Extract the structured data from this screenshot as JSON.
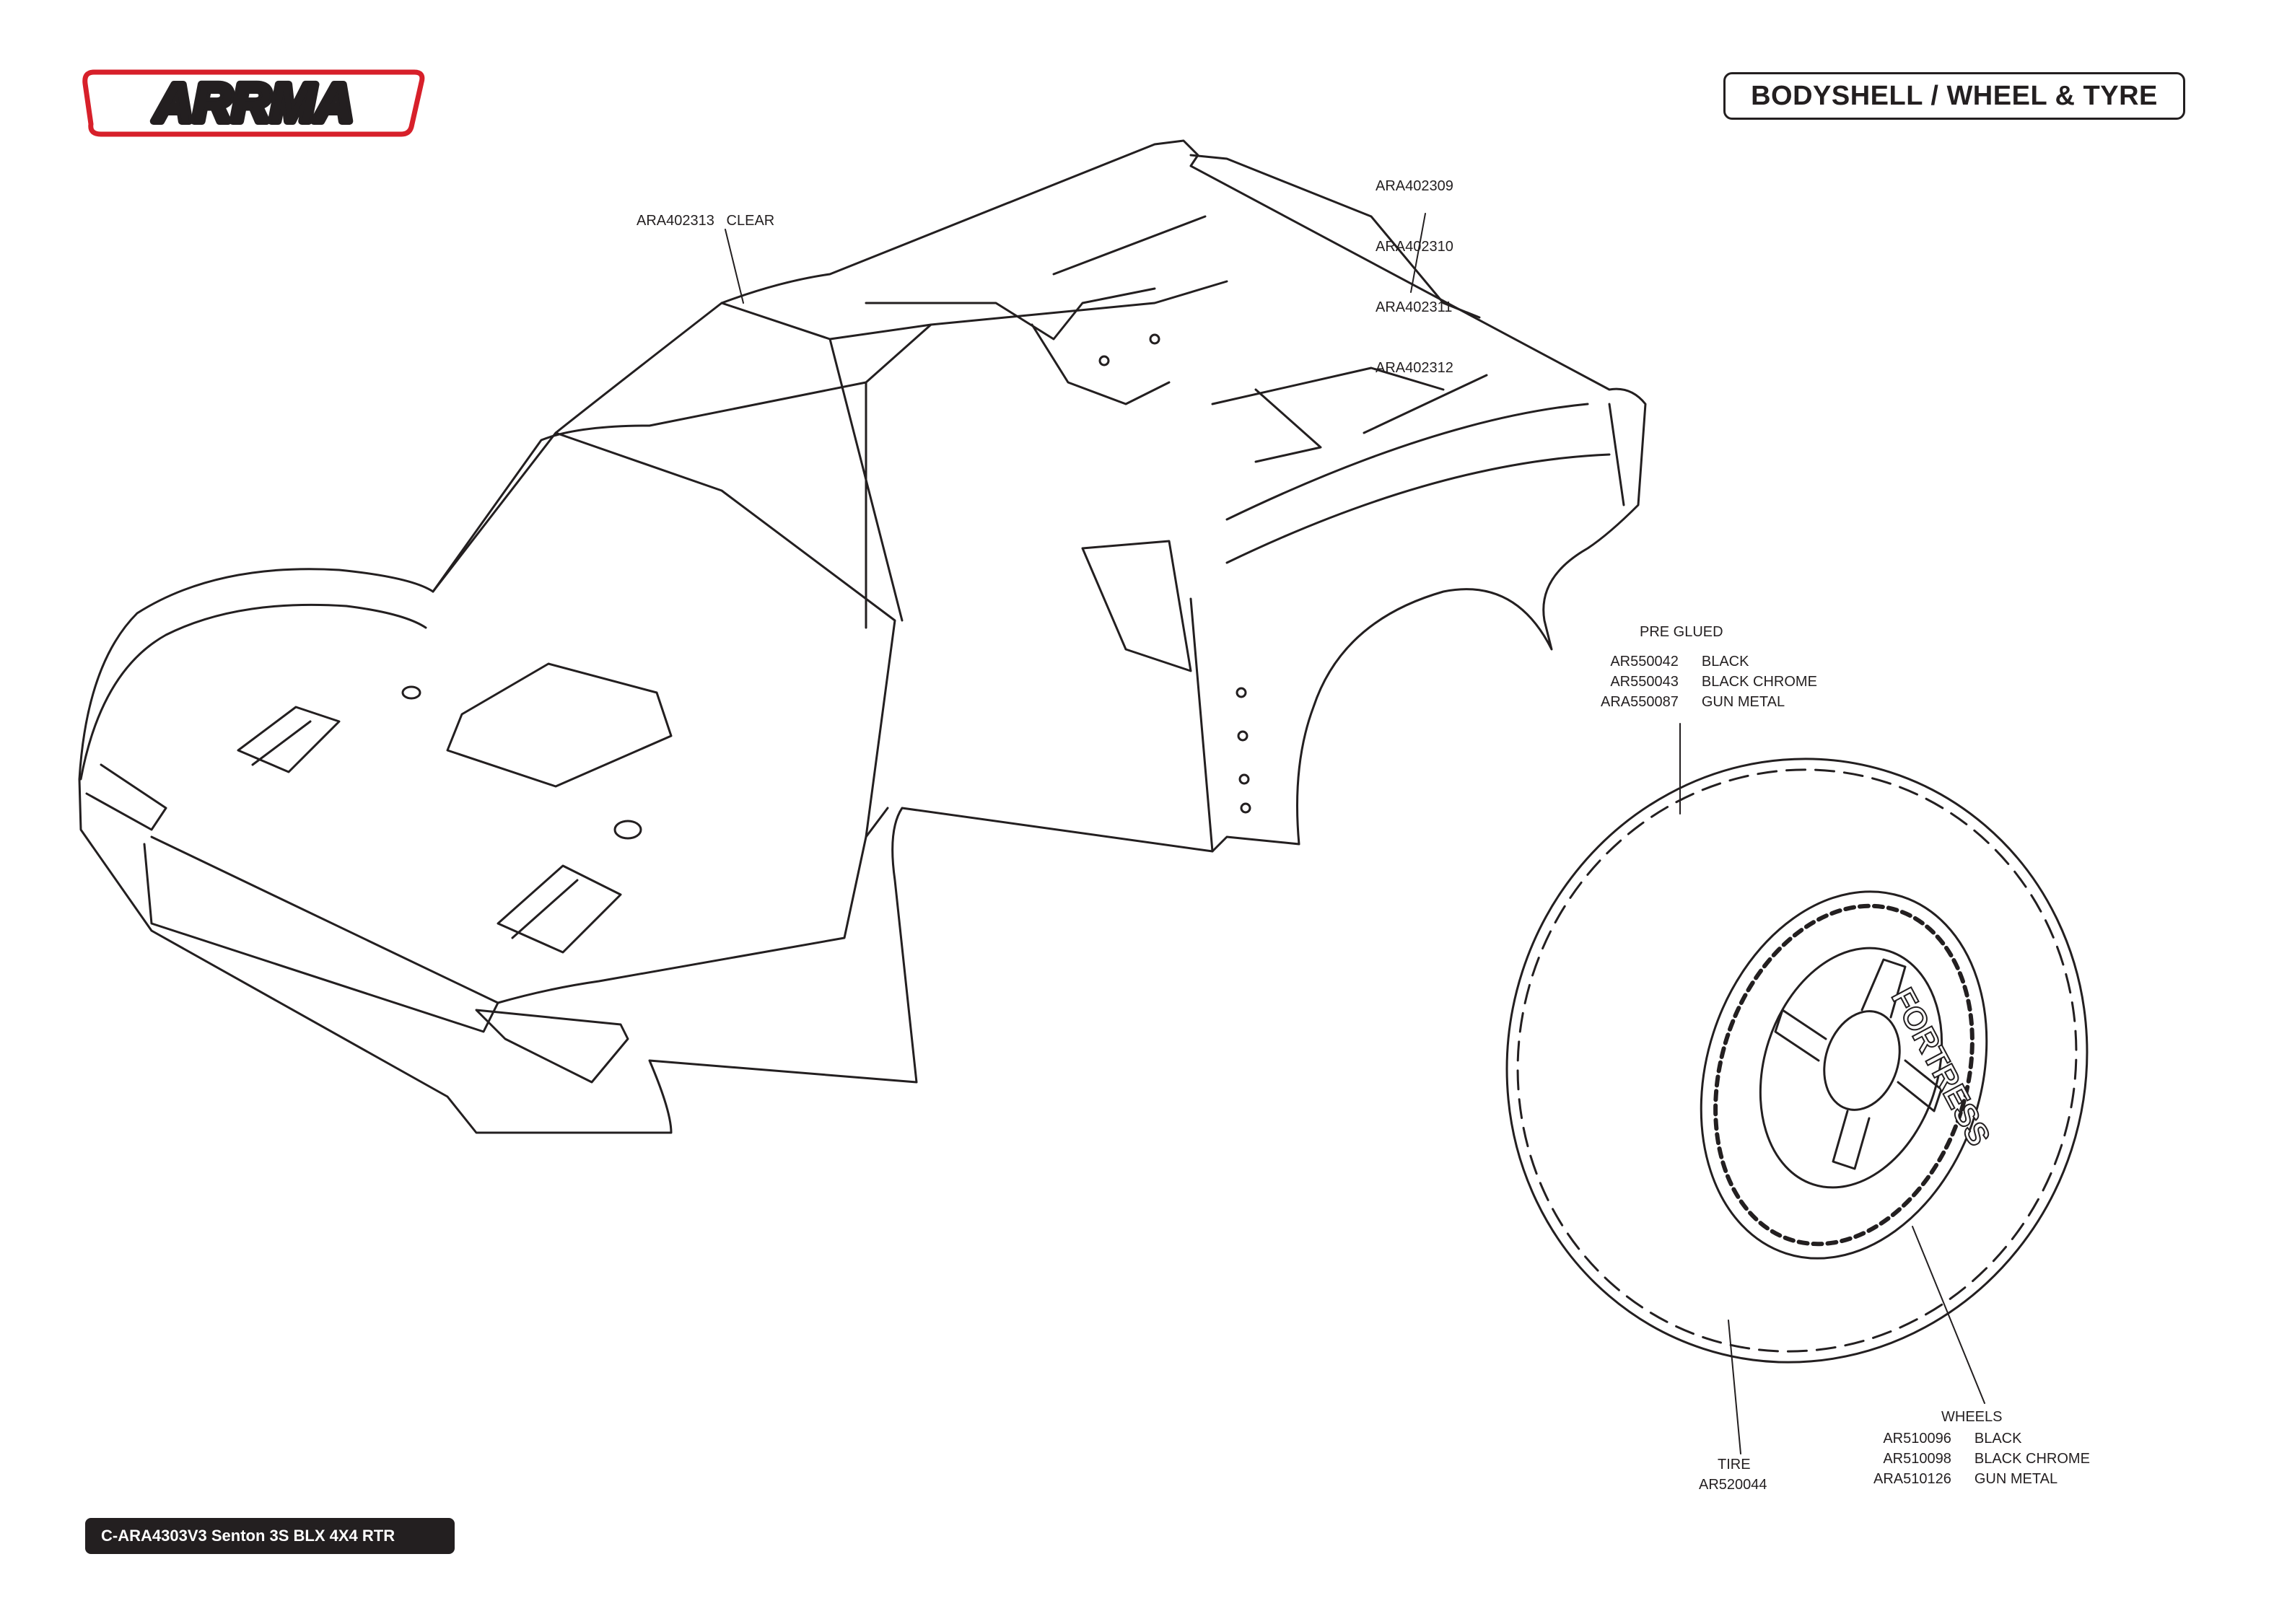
{
  "brand": {
    "logo_text": "ARRMA",
    "accent_color": "#d7202a"
  },
  "page_title": "BODYSHELL / WHEEL & TYRE",
  "callouts": {
    "body_clear": "ARA402313   CLEAR",
    "body_colors": [
      "ARA402309",
      "ARA402310",
      "ARA402311",
      "ARA402312"
    ],
    "pre_glued": {
      "heading": "PRE GLUED",
      "items": [
        {
          "code": "AR550042",
          "finish": "BLACK"
        },
        {
          "code": "AR550043",
          "finish": "BLACK CHROME"
        },
        {
          "code": "ARA550087",
          "finish": "GUN METAL"
        }
      ]
    },
    "tire": {
      "heading": "TIRE",
      "code": "AR520044"
    },
    "wheels": {
      "heading": "WHEELS",
      "items": [
        {
          "code": "AR510096",
          "finish": "BLACK"
        },
        {
          "code": "AR510098",
          "finish": "BLACK CHROME"
        },
        {
          "code": "ARA510126",
          "finish": "GUN METAL"
        }
      ]
    }
  },
  "tire_sidewall_text": "FORTRESS",
  "footer": "C-ARA4303V3 Senton 3S BLX 4X4 RTR"
}
